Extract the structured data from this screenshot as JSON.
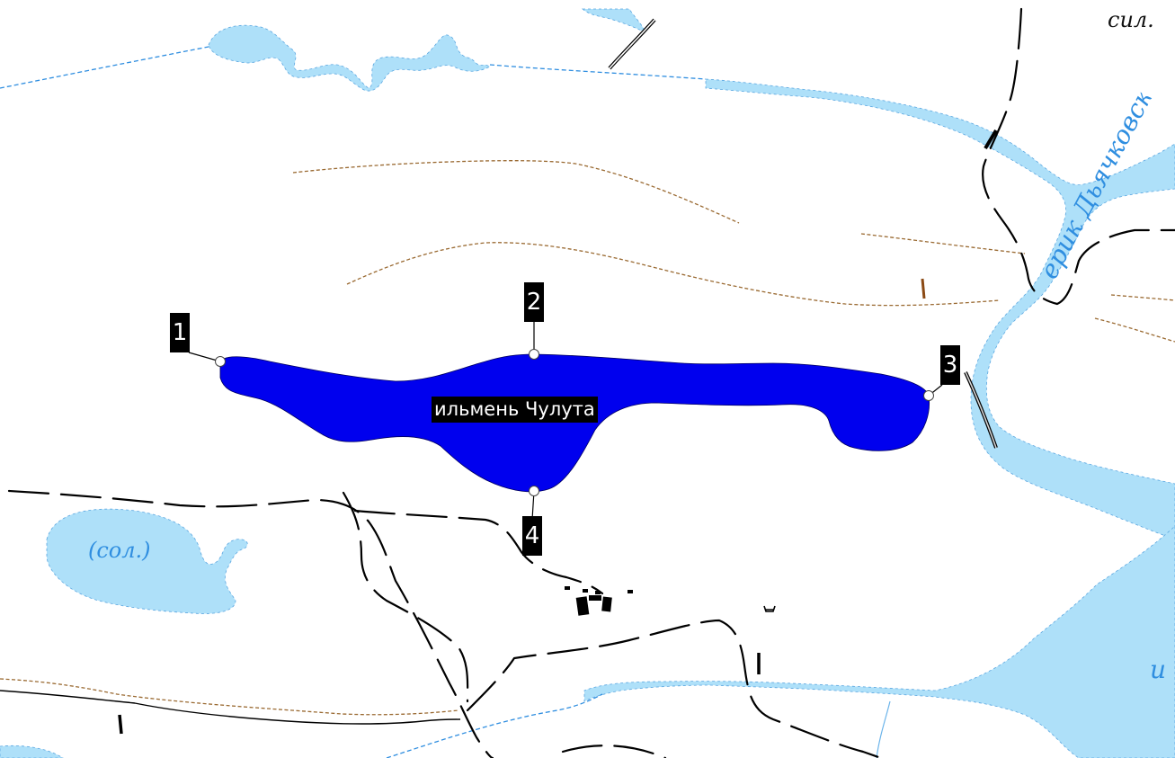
{
  "map": {
    "lake_name": "ильмень Чулута",
    "markers": [
      {
        "id": "1"
      },
      {
        "id": "2"
      },
      {
        "id": "3"
      },
      {
        "id": "4"
      }
    ],
    "labels": {
      "salt_lake": "(сол.)",
      "creek": "ерик Дьячковский",
      "top_right": "сил.",
      "bottom_right": "и"
    },
    "colors": {
      "lake_fill": "#0000ee",
      "water_fill": "#aee0f9",
      "water_line": "#2f8ee0",
      "road": "#000000",
      "contour": "#9a6a32",
      "label_background": "#000000",
      "label_text": "#ffffff"
    }
  }
}
